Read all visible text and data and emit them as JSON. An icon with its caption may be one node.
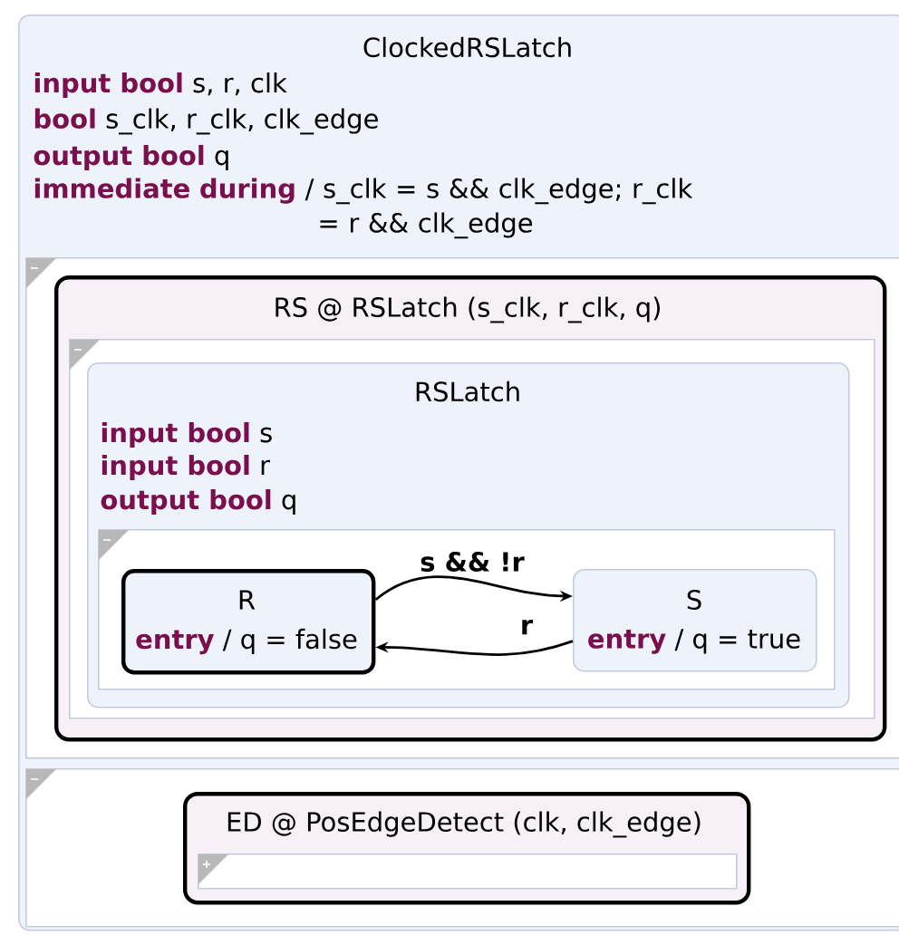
{
  "diagram": {
    "nodes": [
      {
        "text": [
          "ClockedRSLatch",
          "**input bool** s, r, clk",
          "**bool** s_clk, r_clk, clk_edge",
          "**output bool** q",
          "**immediate during** / s_clk = s && clk_edge; r_clk = r && clk_edge"
        ]
      },
      {
        "text": [],
        "shape": "box",
        "in": 0
      },
      {
        "text": [
          "RS @ RSLatch (s_clk, r_clk, q)"
        ],
        "in": 1
      },
      {
        "text": [],
        "shape": "box",
        "in": 2
      },
      {
        "text": [
          "RSLatch",
          "**input bool** s",
          "**input bool** r",
          "**output bool** q"
        ],
        "in": 3
      },
      {
        "text": [],
        "shape": "box",
        "in": 4
      },
      {
        "text": [
          "R",
          "**entry** / q = false"
        ],
        "in": 5
      },
      {
        "text": [
          "S",
          "**entry** / q = true"
        ],
        "in": 5
      },
      {
        "text": [],
        "shape": "box",
        "in": 0
      },
      {
        "text": [
          "ED @ PosEdgeDetect (clk, clk_edge)"
        ],
        "in": 8
      },
      {
        "text": [],
        "shape": "box",
        "in": 9
      }
    ],
    "edges": [
      {
        "from": 6,
        "to": 7,
        "arrow": "to",
        "label": "s && !r"
      },
      {
        "from": 7,
        "to": 6,
        "arrow": "to",
        "label": "r"
      }
    ]
  }
}
